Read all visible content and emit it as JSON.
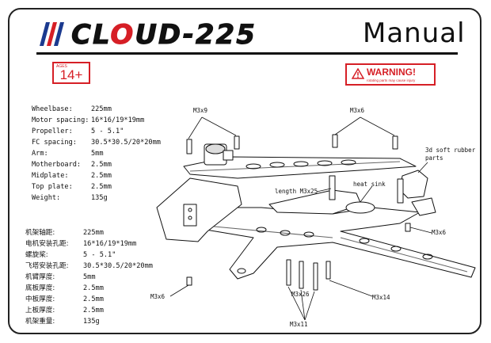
{
  "header": {
    "logo_prefix": "CL",
    "logo_red": "O",
    "logo_suffix": "UD-225",
    "manual_title": "Manual",
    "stripe_colors": [
      "#1b3a8f",
      "#d61f26",
      "#1b3a8f"
    ]
  },
  "badges": {
    "age_small": "AGES",
    "age": "14+",
    "warning_title": "WARNING!",
    "warning_sub": "rotating parts may cause injury"
  },
  "specs_en": [
    {
      "label": "Wheelbase:",
      "value": "225mm"
    },
    {
      "label": "Motor spacing:",
      "value": "16*16/19*19mm"
    },
    {
      "label": "Propeller:",
      "value": "5 - 5.1\""
    },
    {
      "label": "FC spacing:",
      "value": "30.5*30.5/20*20mm"
    },
    {
      "label": "Arm:",
      "value": "5mm"
    },
    {
      "label": "Motherboard:",
      "value": "2.5mm"
    },
    {
      "label": "Midplate:",
      "value": "2.5mm"
    },
    {
      "label": "Top plate:",
      "value": "2.5mm"
    },
    {
      "label": "Weight:",
      "value": "135g"
    }
  ],
  "specs_cn": [
    {
      "label": "机架轴距:",
      "value": "225mm"
    },
    {
      "label": "电机安装孔距:",
      "value": "16*16/19*19mm"
    },
    {
      "label": "螺旋桨:",
      "value": "5 - 5.1\""
    },
    {
      "label": "飞塔安装孔距:",
      "value": "30.5*30.5/20*20mm"
    },
    {
      "label": "机臂厚度:",
      "value": "5mm"
    },
    {
      "label": "底板厚度:",
      "value": "2.5mm"
    },
    {
      "label": "中板厚度:",
      "value": "2.5mm"
    },
    {
      "label": "上板厚度:",
      "value": "2.5mm"
    },
    {
      "label": "机架重量:",
      "value": "135g"
    }
  ],
  "callouts": {
    "m3x9": "M3x9",
    "m3x6_top": "M3x6",
    "rubber_1": "3d soft rubber",
    "rubber_2": "parts",
    "heat_sink": "heat sink",
    "length": "length M3x25",
    "m3x6_right": "M3x6",
    "m3x6_left": "M3x6",
    "m3x26": "M3x26",
    "m3x14": "M3x14",
    "m3x11": "M3x11"
  }
}
